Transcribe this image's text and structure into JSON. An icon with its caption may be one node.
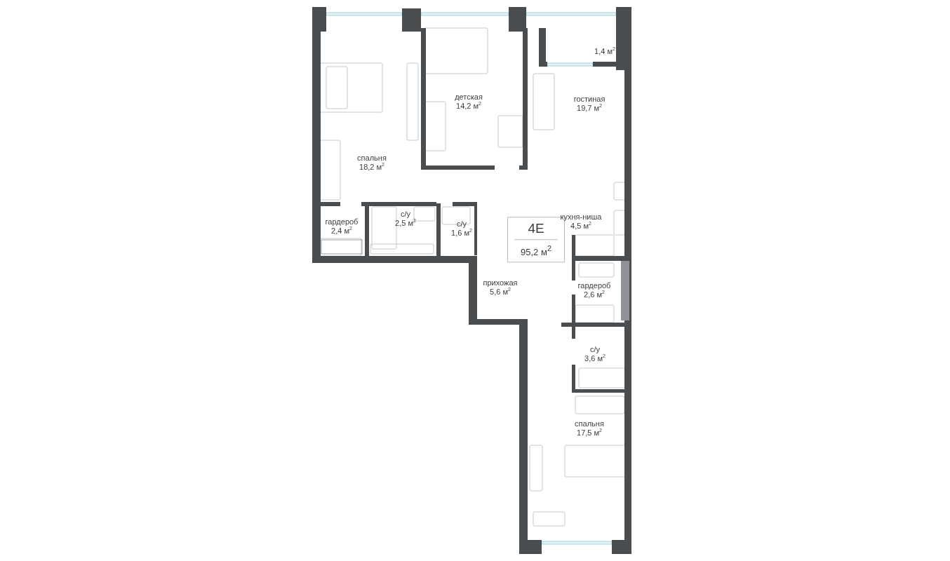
{
  "diagram": {
    "nodes": [
      {
        "text": [
          "детская",
          "14,2 м$^{2}$"
        ]
      },
      {
        "text": [
          "1,4 м$^{2}$"
        ]
      },
      {
        "text": [
          "гостиная",
          "19,7 м$^{2}$"
        ]
      },
      {
        "text": [
          "спальня",
          "18,2 м$^{2}$"
        ]
      },
      {
        "text": [
          "гардероб",
          "2,4 м$^{2}$"
        ]
      },
      {
        "text": [
          "с/у",
          "2,5 м$^{2}$"
        ]
      },
      {
        "text": [
          "с/у",
          "1,6 м$^{2}$"
        ]
      },
      {
        "text": [
          "4E",
          "95,2 м$^{2}$"
        ]
      },
      {
        "text": [
          "кухня-ниша",
          "4,5 м$^{2}$"
        ]
      },
      {
        "text": [
          "прихожая",
          "5,6 м$^{2}$"
        ]
      },
      {
        "text": [
          "гардероб",
          "2,6 м$^{2}$"
        ]
      },
      {
        "text": [
          "с/у",
          "3,6 м$^{2}$"
        ]
      },
      {
        "text": [
          "спальня",
          "17,5 м$^{2}$"
        ]
      }
    ],
    "edges": []
  }
}
